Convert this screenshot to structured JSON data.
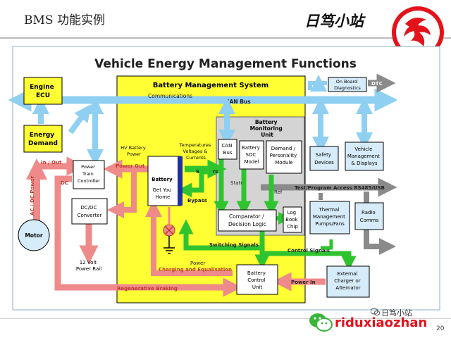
{
  "header": {
    "title": "BMS 功能实例",
    "site": "日笃小站"
  },
  "diagram": {
    "title": "Vehicle Energy Management Functions",
    "bms_title": "Battery Management System",
    "communications": "Communications",
    "can_bus_top": "CAN Bus",
    "engine_ecu": [
      "Engine",
      "ECU"
    ],
    "energy_demand": [
      "Energy",
      "Demand"
    ],
    "in_out": "In / Out",
    "ac_dc_power": "AC / DC Power",
    "dc": "DC",
    "motor": "Motor",
    "power_train": [
      "Power",
      "Train",
      "Controller"
    ],
    "dcdc": [
      "DC/DC",
      "Converter"
    ],
    "rail": [
      "12 Volt",
      "Power Rail"
    ],
    "hv_power": [
      "HV Battery",
      "Power"
    ],
    "power_out": "Power Out",
    "temps": [
      "Temperatures",
      "Voltages &",
      "Currents"
    ],
    "battery": [
      "Battery",
      "Get You",
      "Home"
    ],
    "sensors": "Sensors",
    "bypass": "Bypass",
    "monitoring_unit": [
      "Battery",
      "Monitoring",
      "Unit"
    ],
    "can_bus_box": [
      "CAN",
      "Bus"
    ],
    "soc_model": [
      "Battery",
      "SOC",
      "Model"
    ],
    "demand_module": [
      "Demand /",
      "Personality",
      "Module"
    ],
    "status": "Status",
    "ref": "Ref",
    "comparator": [
      "Comparator /",
      "Decision Logic"
    ],
    "log_book": [
      "Log",
      "Book",
      "Chip"
    ],
    "switching_signals": "Switching Signals",
    "control_signals": "Control Signals",
    "power": "Power",
    "charging": "Charging and Equalisation",
    "regen": "Regenerative Braking",
    "bcu": [
      "Battery",
      "Control",
      "Unit"
    ],
    "power_in": "Power In",
    "external_charger": [
      "External",
      "Charger or",
      "Alternator"
    ],
    "on_board": [
      "On Board",
      "Diagnostics"
    ],
    "dtc": "DTC",
    "safety": [
      "Safety",
      "Devices"
    ],
    "vehicle_mgmt": [
      "Vehicle",
      "Management",
      "& Displays"
    ],
    "test_access": "Test/Program Access RS485/USB",
    "thermal": [
      "Thermal",
      "Management",
      "Pumps/Fans"
    ],
    "radio": [
      "Radio",
      "Comms"
    ]
  },
  "footer": {
    "watermark": "日笃小站",
    "brand": "riduxiaozhan",
    "page": "20"
  },
  "colors": {
    "yellow": "#ffff33",
    "blue_arrow": "#8fd0f2",
    "blue_box": "#d6ecfa",
    "green": "#2fc42f",
    "red": "#ef8a8a",
    "gray": "#8a8a8a",
    "orange_text": "#c0392b",
    "brand_red": "#e3121b"
  }
}
